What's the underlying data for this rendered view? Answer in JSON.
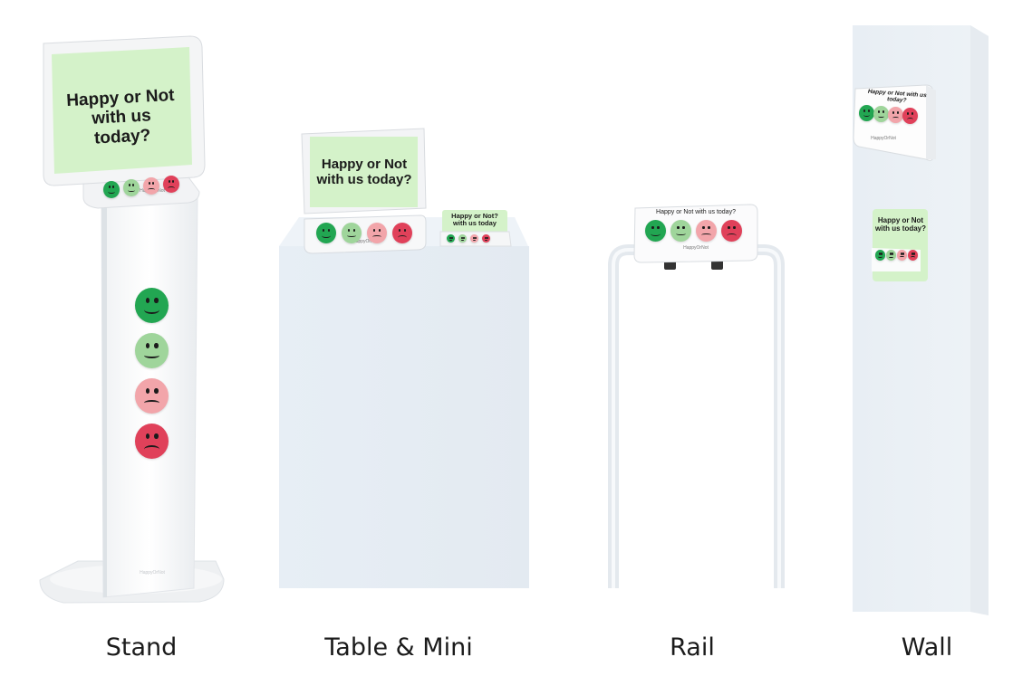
{
  "screen_question": "Happy or Not with us today?",
  "mini_question": "Happy or Not? with us today",
  "brand": "HappyOrNot",
  "captions": {
    "stand": "Stand",
    "table_mini": "Table & Mini",
    "rail": "Rail",
    "wall": "Wall"
  },
  "colors": {
    "very_happy": "#22a652",
    "happy": "#9fd59b",
    "unhappy": "#f2a5aa",
    "very_unhappy": "#e0415a",
    "screen": "#d4f2c9",
    "pedestal": "#e6edf3"
  },
  "face_icons": [
    "very-happy-face-icon",
    "happy-face-icon",
    "unhappy-face-icon",
    "very-unhappy-face-icon"
  ]
}
